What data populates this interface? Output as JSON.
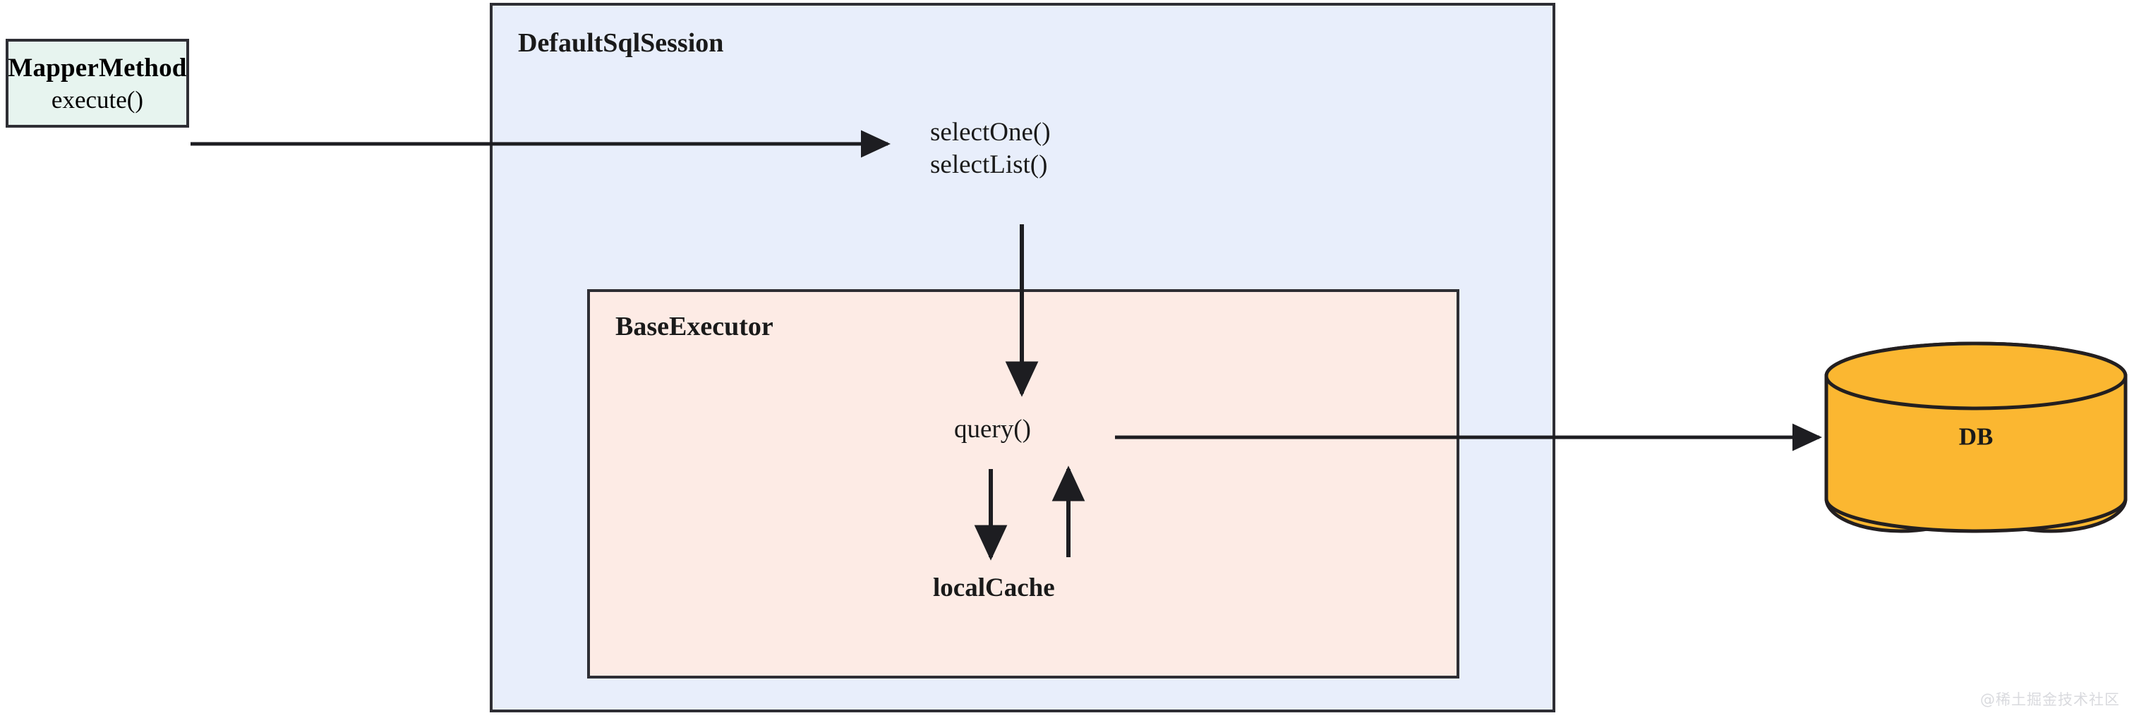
{
  "diagram": {
    "title": "MyBatis selectOne/selectList query flow",
    "colors": {
      "stroke": "#2e2e34",
      "mapper_fill": "#E7F4EF",
      "session_fill": "#E8EEFB",
      "executor_fill": "#FDEBE5",
      "db_fill": "#FBB731",
      "text": "#1a1a1a",
      "watermark": "#d9dade",
      "background": "#ffffff"
    },
    "nodes": {
      "mapper_method": {
        "title": "MapperMethod",
        "subtitle": "execute()"
      },
      "default_sql_session": {
        "title": "DefaultSqlSession"
      },
      "base_executor": {
        "title": "BaseExecutor"
      },
      "session_methods": {
        "line1": "selectOne()",
        "line2": "selectList()"
      },
      "query": {
        "label": "query()"
      },
      "local_cache": {
        "label": "localCache"
      },
      "db": {
        "label": "DB",
        "shape": "cylinder"
      }
    },
    "edges": [
      {
        "name": "mapper-to-session",
        "from": "MapperMethod",
        "to": "selectOne()",
        "direction": "right"
      },
      {
        "name": "session-to-query",
        "from": "selectList()",
        "to": "query()",
        "direction": "down"
      },
      {
        "name": "query-to-cache",
        "from": "query()",
        "to": "localCache",
        "direction": "down"
      },
      {
        "name": "cache-to-query",
        "from": "localCache",
        "to": "query()",
        "direction": "up"
      },
      {
        "name": "query-to-db",
        "from": "query()",
        "to": "DB",
        "direction": "right"
      }
    ],
    "watermark": "@稀土掘金技术社区"
  }
}
